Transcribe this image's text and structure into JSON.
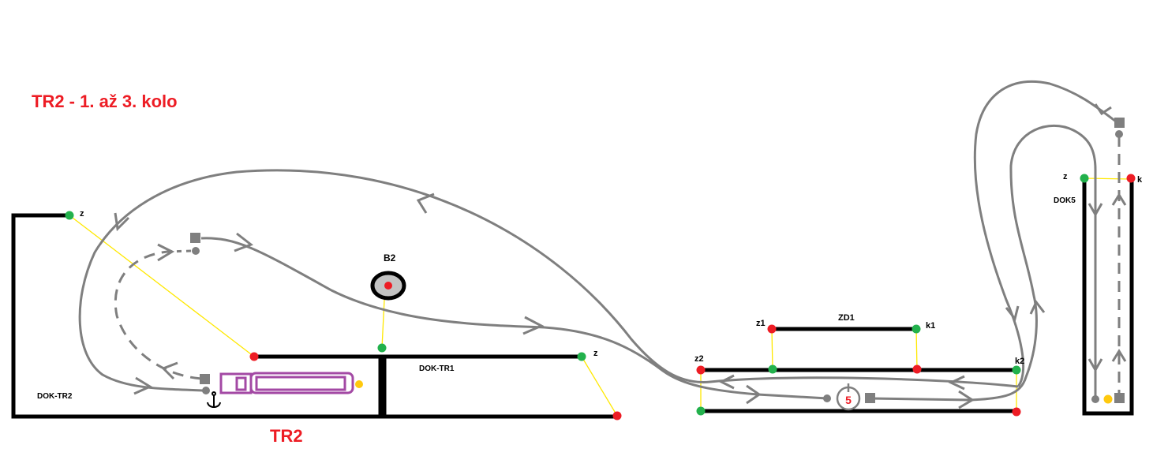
{
  "title": "TR2  -  1. až 3. kolo",
  "labels": {
    "tr2": "TR2",
    "dok_tr2": "DOK-TR2",
    "dok_tr1": "DOK-TR1",
    "b2": "B2",
    "zd1": "ZD1",
    "dok5": "DOK5",
    "z_tr2": "z",
    "z_tr1": "z",
    "z1": "z1",
    "k1": "k1",
    "z2": "z2",
    "k2": "k2",
    "z_dok5": "z",
    "k_dok5": "k",
    "timer": "5"
  },
  "colors": {
    "start": "#22b14c",
    "end": "#ed1c24",
    "path": "#7f7f7f",
    "boat": "#a349a4",
    "marker": "#ffc90e",
    "link": "#ffe800"
  }
}
